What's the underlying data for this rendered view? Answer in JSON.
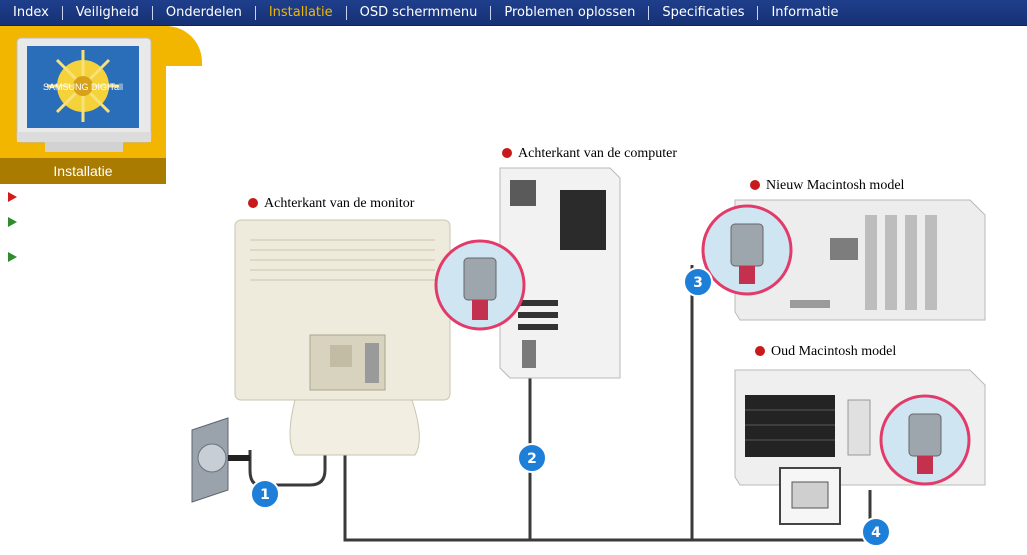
{
  "nav": {
    "items": [
      {
        "label": "Index",
        "active": false
      },
      {
        "label": "Veiligheid",
        "active": false
      },
      {
        "label": "Onderdelen",
        "active": false
      },
      {
        "label": "Installatie",
        "active": true
      },
      {
        "label": "OSD schermmenu",
        "active": false
      },
      {
        "label": "Problemen oplossen",
        "active": false
      },
      {
        "label": "Specificaties",
        "active": false
      },
      {
        "label": "Informatie",
        "active": false
      }
    ]
  },
  "sidebar": {
    "section_label": "Installatie",
    "thumb_brand": "SAMSUNG DIGITall"
  },
  "diagram": {
    "labels": {
      "monitor_back": "Achterkant van de monitor",
      "computer_back": "Achterkant van de computer",
      "new_mac": "Nieuw Macintosh model",
      "old_mac": "Oud Macintosh model"
    },
    "callouts": [
      "1",
      "2",
      "3",
      "4"
    ]
  },
  "colors": {
    "nav_bg": "#1f3f8c",
    "nav_active": "#f3b600",
    "card_bg": "#f3b600",
    "label_bg": "#a97b00",
    "bullet_red": "#c81a1a",
    "callout_blue": "#1e7fd8"
  }
}
